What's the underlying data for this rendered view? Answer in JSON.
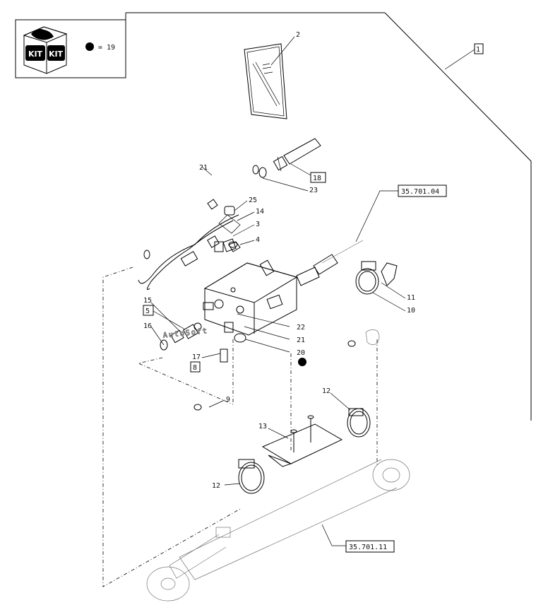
{
  "kit_box": {
    "badge_left": "KIT",
    "badge_right": "KIT",
    "note": "= 19"
  },
  "callouts": {
    "c1": "1",
    "c2": "2",
    "c3": "3",
    "c4": "4",
    "c5": "5",
    "c8": "8",
    "c9": "9",
    "c10": "10",
    "c11": "11",
    "c12a": "12",
    "c12b": "12",
    "c13": "13",
    "c14": "14",
    "c15": "15",
    "c16": "16",
    "c17": "17",
    "c18": "18",
    "c20": "20",
    "c21a": "21",
    "c21b": "21",
    "c22": "22",
    "c23": "23",
    "c25": "25"
  },
  "refs": {
    "ref_top": "35.701.04",
    "ref_bottom": "35.701.11"
  },
  "watermark": "AutoSoft"
}
